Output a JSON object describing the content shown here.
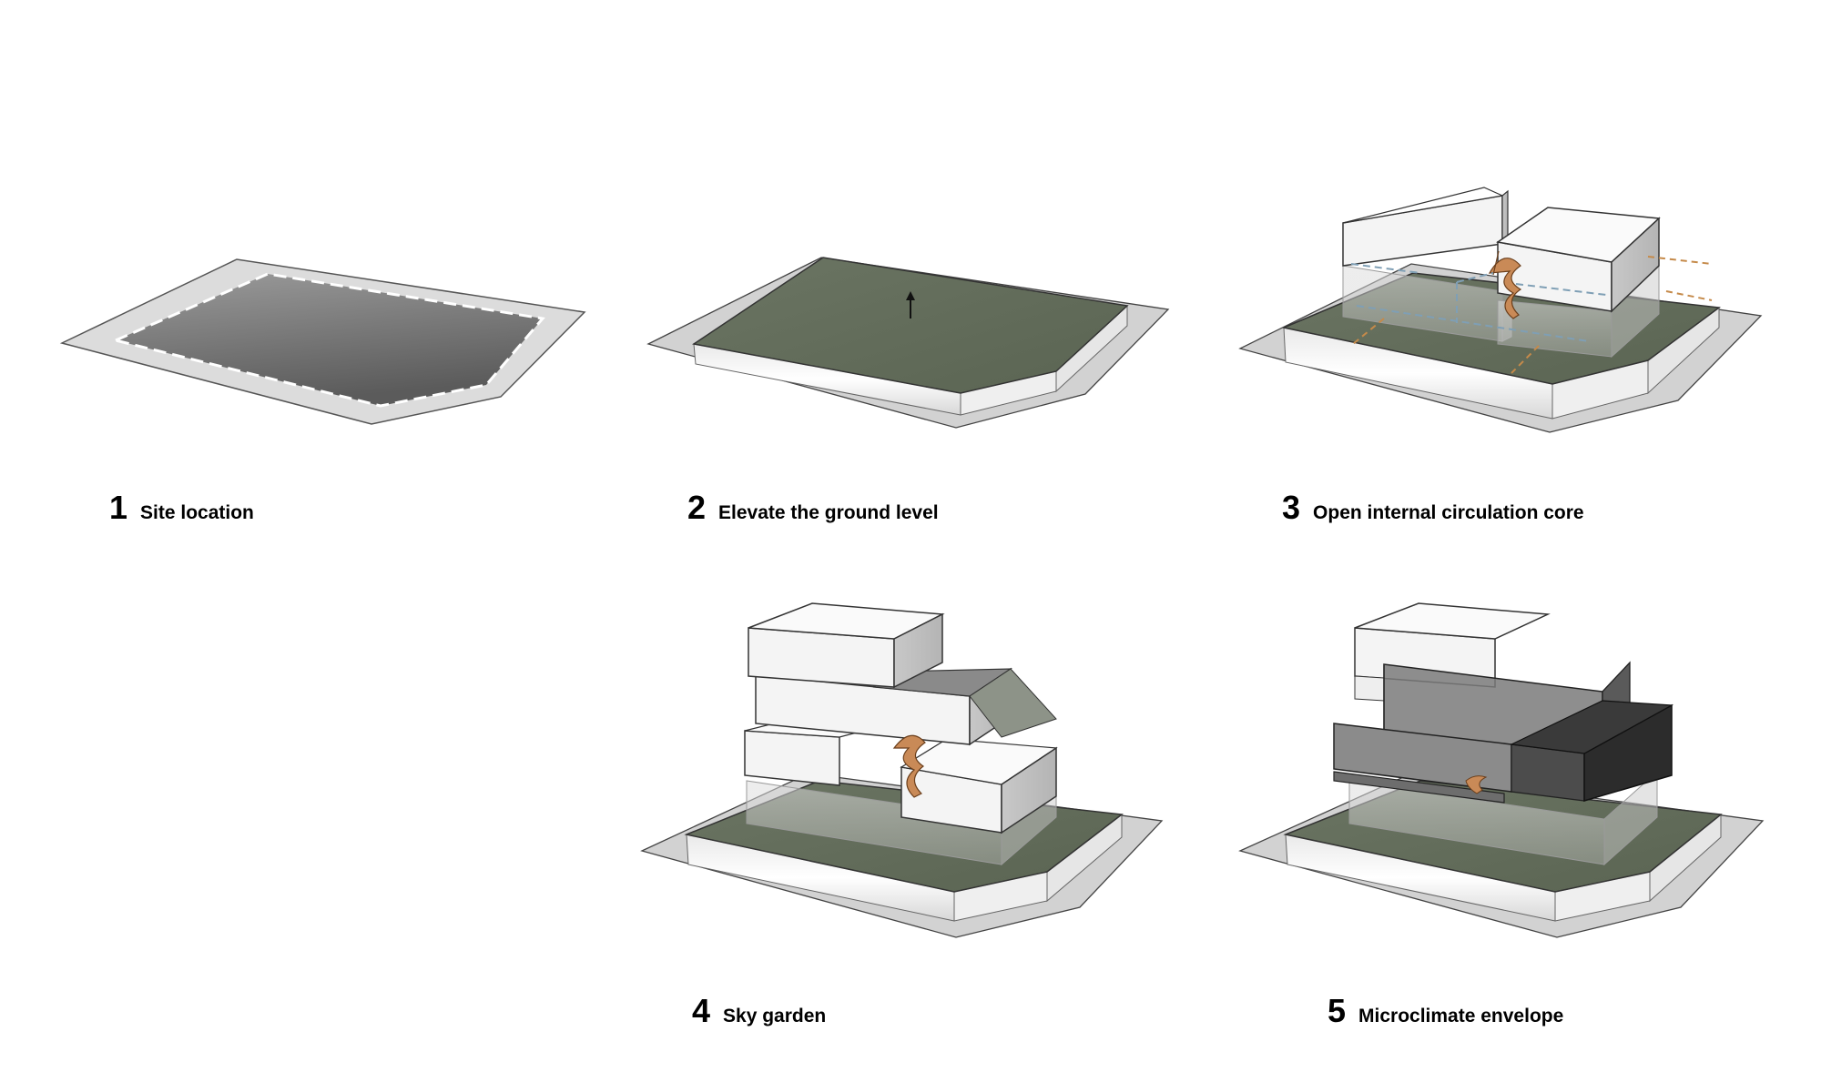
{
  "steps": [
    {
      "number": "1",
      "title": "Site location"
    },
    {
      "number": "2",
      "title": "Elevate the ground level"
    },
    {
      "number": "3",
      "title": "Open internal circulation core"
    },
    {
      "number": "4",
      "title": "Sky garden"
    },
    {
      "number": "5",
      "title": "Microclimate envelope"
    }
  ],
  "colors": {
    "ground_green": "#5f6a57",
    "box_face": "#f4f4f4",
    "stair": "#c98a57",
    "flow_blue": "#7f9fb5",
    "flow_orange": "#c58a4a",
    "envelope_dark": "#2c2c2c"
  },
  "icons": [
    "up-arrow-icon",
    "circulation-arrows",
    "spiral-stair"
  ]
}
